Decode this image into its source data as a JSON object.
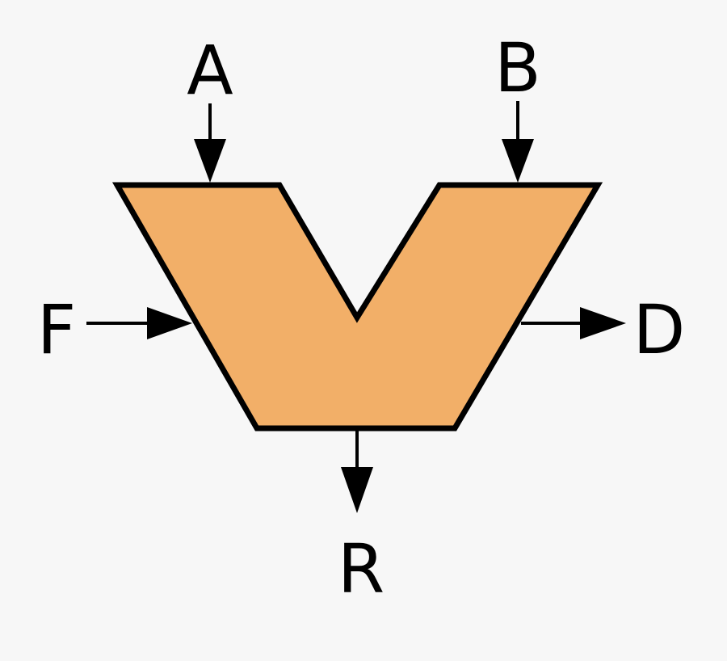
{
  "diagram": {
    "inputs": {
      "a": "A",
      "b": "B",
      "f": "F"
    },
    "outputs": {
      "d": "D",
      "r": "R"
    },
    "colors": {
      "background": "#f7f7f7",
      "alu_fill": "#f2af68",
      "stroke": "#000000"
    }
  }
}
